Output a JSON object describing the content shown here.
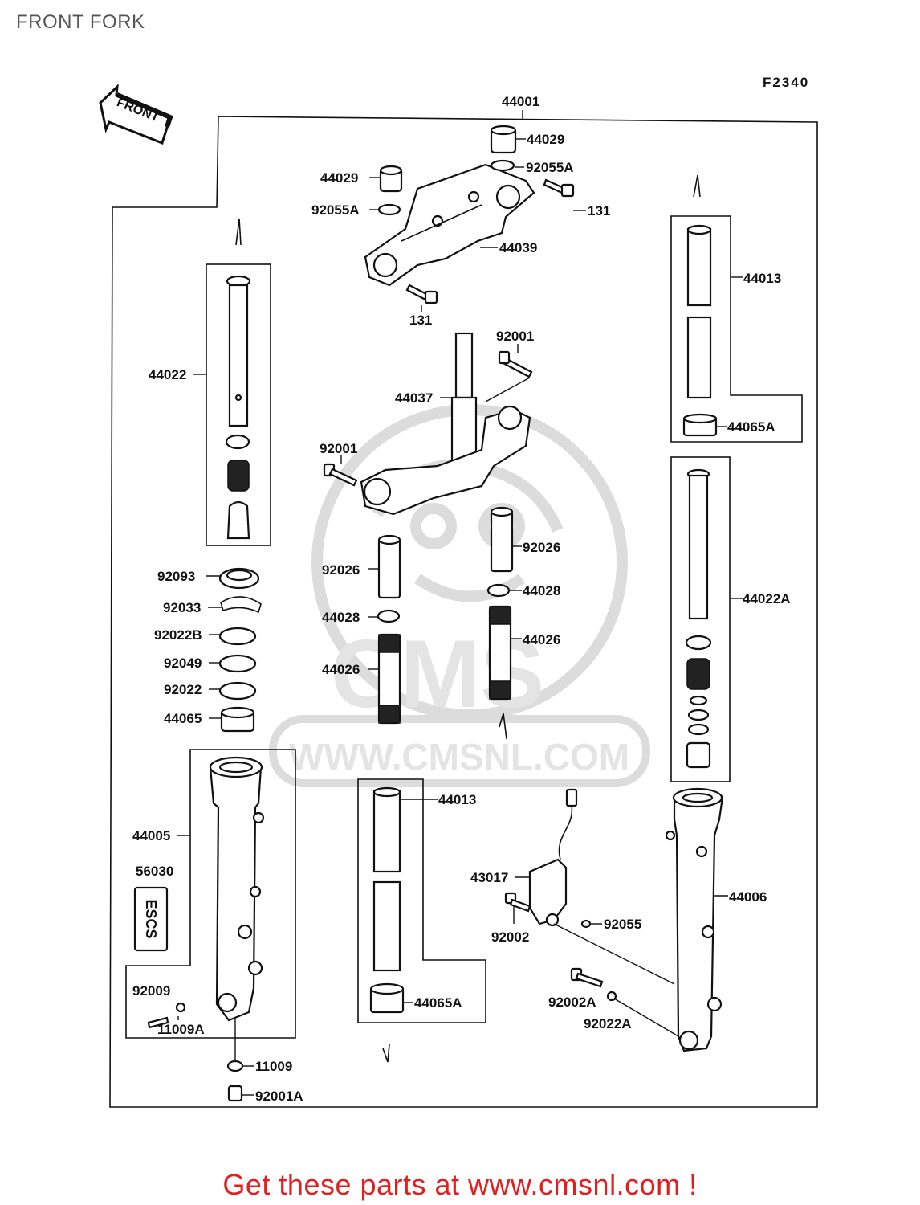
{
  "page": {
    "title": "FRONT FORK",
    "code": "F2340",
    "cta": "Get these parts at www.cmsnl.com !"
  },
  "watermark": {
    "brand": "CMS",
    "url": "WWW.CMSNL.COM"
  },
  "direction_arrow": "FRONT",
  "emblem_text": "ESCS",
  "part_labels": {
    "assembly": "44001",
    "cap_bolt_right": "44029",
    "o_ring_right": "92055A",
    "cap_bolt_left": "44029",
    "o_ring_left": "92055A",
    "top_bolt_right": "131",
    "upper_bracket": "44039",
    "top_bolt_front": "131",
    "stem_bolt_right": "92001",
    "stem_head": "44037",
    "stem_bolt_left": "92001",
    "tube_right_top": "44013",
    "bushing_right_top": "44065A",
    "cylinder_left": "44022",
    "cylinder_right": "44022A",
    "spring_mid_left": "92026",
    "spring_mid_right": "92026",
    "collar_mid_right": "44028",
    "collar_mid_left": "44028",
    "spring_mid_left_2": "44026",
    "spring_mid_right_2": "44026",
    "oil_seal": "92093",
    "circlip": "92033",
    "washer_b": "92022B",
    "washer_49": "92049",
    "washer_22": "92022",
    "bushing_left": "44065",
    "outer_tube_left": "44005",
    "emblem": "56030",
    "bolt_9": "92009",
    "gasket_a": "11009A",
    "gasket": "11009",
    "bolt_1a": "92001A",
    "tube_center": "44013",
    "bushing_center": "44065A",
    "anti_dive_unit": "43017",
    "bolt_anti_dive": "92002",
    "o_ring_small": "92055",
    "bolt_2a": "92002A",
    "washer_22a": "92022A",
    "outer_tube_right": "44006"
  },
  "colors": {
    "ink": "#111111",
    "watermark": "#d9d9d9",
    "cta": "#e21f1f",
    "title": "#555555"
  }
}
